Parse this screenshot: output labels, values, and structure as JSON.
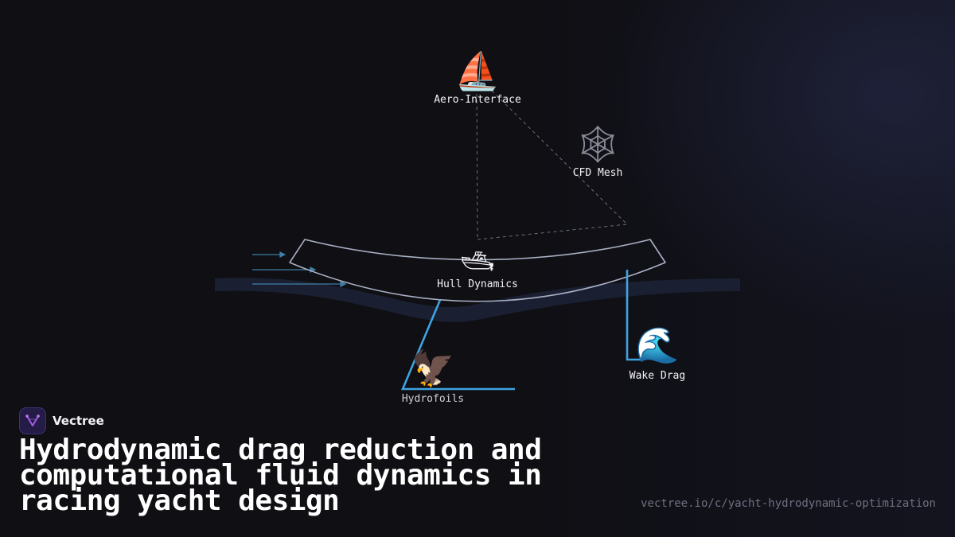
{
  "diagram": {
    "nodes": [
      {
        "id": "aero",
        "label": "Aero-Interface",
        "icon": "sailboat-icon",
        "glyph": "⛵"
      },
      {
        "id": "cfd",
        "label": "CFD Mesh",
        "icon": "spiderweb-icon",
        "glyph": "🕸"
      },
      {
        "id": "hull",
        "label": "Hull Dynamics",
        "icon": "motorboat-icon",
        "glyph": "🛥"
      },
      {
        "id": "hydrofoils",
        "label": "Hydrofoils",
        "icon": "eagle-icon",
        "glyph": "🦅"
      },
      {
        "id": "wake",
        "label": "Wake Drag",
        "icon": "wave-icon",
        "glyph": "🌊"
      }
    ]
  },
  "colors": {
    "background": "#0f0f14",
    "accent_blue": "#3fa3e0",
    "hull_stroke": "#aab0c4",
    "water": "#1b2233",
    "dashed_line": "#6b6f7f"
  },
  "brand": {
    "name": "Vectree",
    "logo_icon": "vectree-logo-icon"
  },
  "title": "Hydrodynamic drag reduction and computational fluid dynamics in racing yacht design",
  "url": "vectree.io/c/yacht-hydrodynamic-optimization"
}
